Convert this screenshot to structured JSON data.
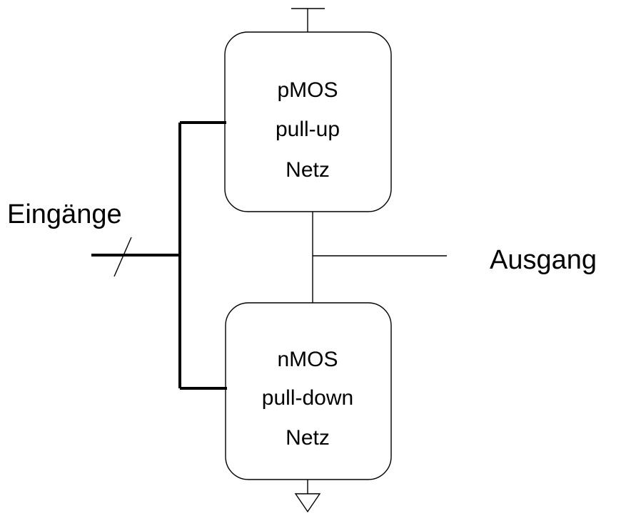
{
  "pmos_block": {
    "line1": "pMOS",
    "line2": "pull-up",
    "line3": "Netz"
  },
  "nmos_block": {
    "line1": "nMOS",
    "line2": "pull-down",
    "line3": "Netz"
  },
  "inputs_label": "Eingänge",
  "output_label": "Ausgang"
}
